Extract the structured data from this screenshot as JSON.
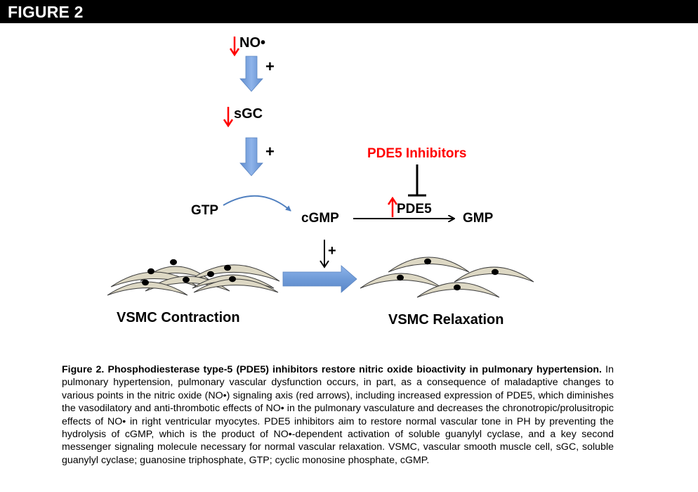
{
  "header": {
    "title": "FIGURE 2"
  },
  "diagram": {
    "nodes": {
      "no": "NO•",
      "sgc": "sGC",
      "gtp": "GTP",
      "cgmp": "cGMP",
      "gmp": "GMP",
      "pde5": "PDE5",
      "pde5_inhibitors": "PDE5 Inhibitors",
      "vsmc_contraction": "VSMC Contraction",
      "vsmc_relaxation": "VSMC Relaxation"
    },
    "signs": {
      "no_to_sgc": "+",
      "sgc_to_cgmp": "+",
      "cgmp_to_relaxation": "+"
    },
    "colors": {
      "red_arrow": "#ff0000",
      "inhibitor_text": "#ff0000",
      "block_arrow": "#6f9bd8",
      "cell_fill": "#ddd8c4",
      "nucleus": "#000000"
    },
    "red_arrows": [
      {
        "target": "NO•",
        "direction": "down"
      },
      {
        "target": "sGC",
        "direction": "down"
      },
      {
        "target": "PDE5",
        "direction": "up"
      }
    ]
  },
  "caption": {
    "bold": "Figure 2. Phosphodiesterase type-5 (PDE5) inhibitors restore nitric oxide bioactivity in pulmonary hypertension.",
    "body": " In pulmonary hypertension, pulmonary vascular dysfunction occurs, in part, as a consequence of maladaptive changes to various points in the nitric oxide (NO•) signaling axis (red arrows), including increased expression of PDE5, which diminishes the vasodilatory and anti-thrombotic effects of NO• in the pulmonary vasculature and decreases the chronotropic/prolusitropic effects of NO• in right ventricular myocytes. PDE5 inhibitors aim to restore normal vascular tone in PH by preventing the hydrolysis of cGMP, which is the product of NO•-dependent activation of soluble guanylyl cyclase, and a key second messenger signaling molecule necessary for normal vascular relaxation. VSMC, vascular smooth muscle cell, sGC, soluble guanylyl cyclase; guanosine triphosphate, GTP; cyclic monosine phosphate, cGMP."
  }
}
